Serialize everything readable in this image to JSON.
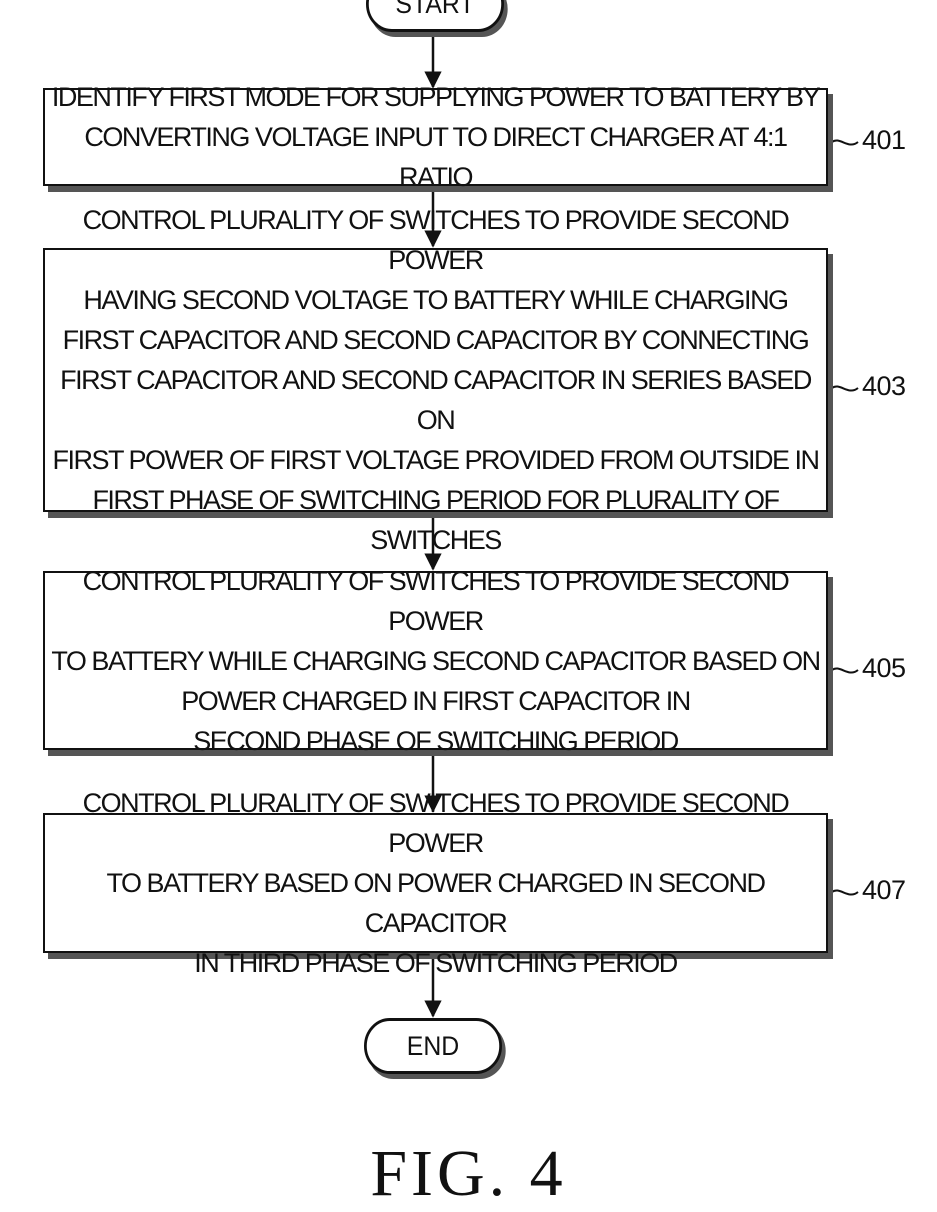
{
  "diagram": {
    "start_label": "START",
    "end_label": "END",
    "steps": [
      {
        "ref": "401",
        "text": "IDENTIFY FIRST MODE FOR SUPPLYING POWER TO BATTERY BY\nCONVERTING VOLTAGE INPUT TO DIRECT CHARGER AT 4:1 RATIO"
      },
      {
        "ref": "403",
        "text": "CONTROL PLURALITY OF SWITCHES TO PROVIDE SECOND POWER\nHAVING SECOND VOLTAGE TO BATTERY WHILE CHARGING\nFIRST CAPACITOR AND SECOND CAPACITOR BY CONNECTING\nFIRST CAPACITOR AND SECOND CAPACITOR IN SERIES BASED ON\nFIRST POWER OF FIRST VOLTAGE PROVIDED FROM OUTSIDE IN\nFIRST PHASE OF SWITCHING PERIOD FOR PLURALITY OF SWITCHES"
      },
      {
        "ref": "405",
        "text": "CONTROL PLURALITY OF SWITCHES TO PROVIDE SECOND POWER\nTO BATTERY WHILE CHARGING SECOND CAPACITOR BASED ON\nPOWER CHARGED IN FIRST CAPACITOR IN\nSECOND PHASE OF SWITCHING PERIOD"
      },
      {
        "ref": "407",
        "text": "CONTROL PLURALITY OF SWITCHES TO PROVIDE SECOND POWER\nTO BATTERY BASED ON POWER CHARGED IN SECOND CAPACITOR\nIN THIRD PHASE OF SWITCHING PERIOD"
      }
    ],
    "figure_label": "FIG. 4"
  }
}
